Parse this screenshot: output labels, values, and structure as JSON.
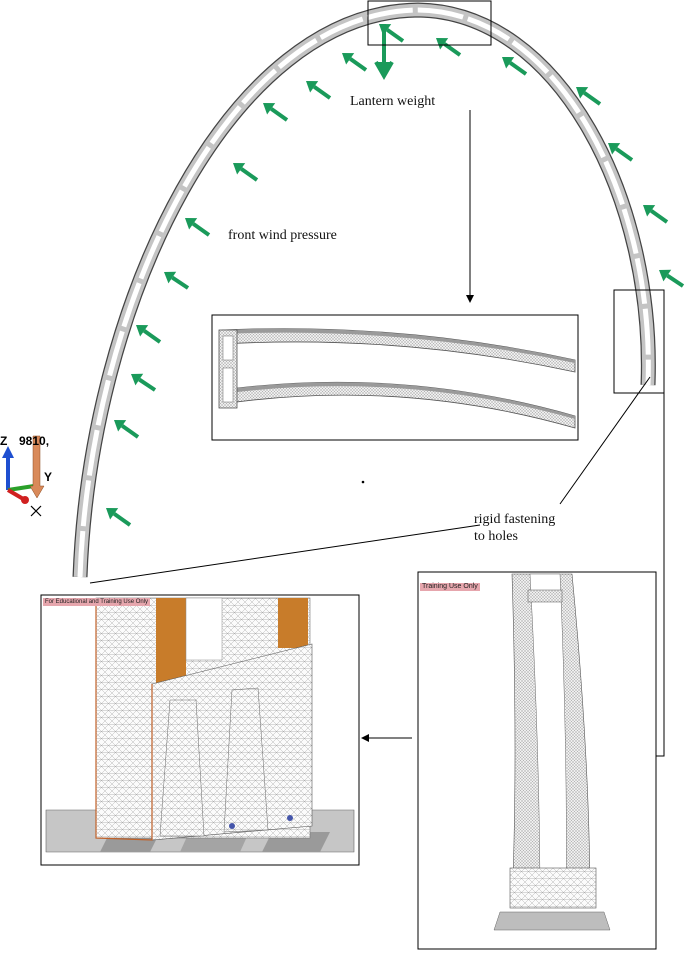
{
  "labels": {
    "lantern_weight": "Lantern weight",
    "front_wind_pressure": "front wind pressure",
    "rigid_fastening_line1": "rigid fastening",
    "rigid_fastening_line2": "to holes"
  },
  "triad": {
    "z": "Z",
    "y": "Y",
    "value": "9810,"
  },
  "banners": {
    "left_panel": "For Educational and Training Use Only",
    "right_panel": "Training Use Only"
  },
  "colors": {
    "arrow": "#1a9a5a",
    "beam_fill": "#c4c4c4",
    "beam_stroke": "#4a4a4a",
    "callout": "#000000",
    "steel_plate": "#c87c2a",
    "banner_bg": "#e6a6ad"
  }
}
